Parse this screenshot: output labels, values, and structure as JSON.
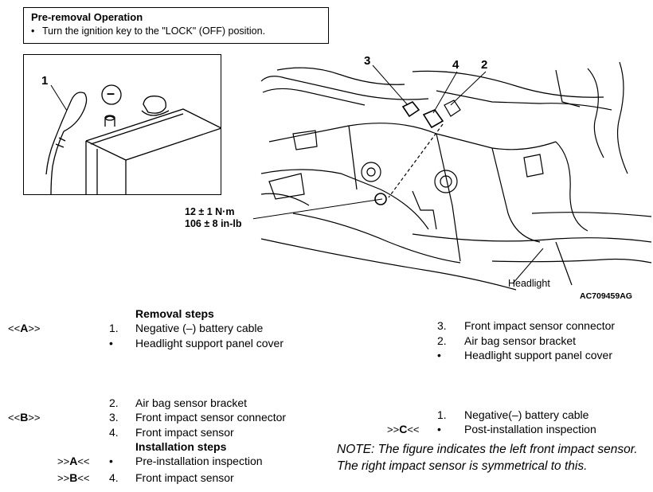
{
  "pre_removal": {
    "title": "Pre-removal Operation",
    "bullet": "•",
    "item": "Turn the ignition key to the \"LOCK\" (OFF) position."
  },
  "figure": {
    "battery_callout": "1",
    "minus_symbol": "–",
    "callouts": [
      "3",
      "4",
      "2"
    ],
    "torque_line1": "12 ± 1 N·m",
    "torque_line2": "106 ± 8 in-lb",
    "headlight_label": "Headlight",
    "figure_id": "AC709459AG"
  },
  "removal": {
    "header": "Removal steps",
    "left": [
      {
        "mark_open": "<<",
        "mark_letter": "A",
        "mark_close": ">>",
        "num": "1.",
        "text": "Negative (–) battery cable"
      },
      {
        "mark_open": "",
        "mark_letter": "",
        "mark_close": "",
        "num": "•",
        "text": "Headlight support panel cover"
      },
      {
        "mark_open": "",
        "mark_letter": "",
        "mark_close": "",
        "num": "2.",
        "text": "Air bag sensor bracket"
      },
      {
        "mark_open": "<<",
        "mark_letter": "B",
        "mark_close": ">>",
        "num": "3.",
        "text": "Front impact sensor connector"
      },
      {
        "mark_open": "",
        "mark_letter": "",
        "mark_close": "",
        "num": "4.",
        "text": "Front impact sensor"
      }
    ]
  },
  "installation": {
    "header": "Installation steps",
    "left": [
      {
        "mark_open": ">>",
        "mark_letter": "A",
        "mark_close": "<<",
        "num": "•",
        "text": "Pre-installation inspection"
      },
      {
        "mark_open": ">>",
        "mark_letter": "B",
        "mark_close": "<<",
        "num": "4.",
        "text": "Front impact sensor"
      }
    ],
    "right": [
      {
        "mark_open": "",
        "mark_letter": "",
        "mark_close": "",
        "num": "3.",
        "text": "Front impact sensor connector"
      },
      {
        "mark_open": "",
        "mark_letter": "",
        "mark_close": "",
        "num": "2.",
        "text": "Air bag sensor bracket"
      },
      {
        "mark_open": "",
        "mark_letter": "",
        "mark_close": "",
        "num": "•",
        "text": "Headlight support panel cover"
      },
      {
        "mark_open": "",
        "mark_letter": "",
        "mark_close": "",
        "num": "1.",
        "text": "Negative(–) battery cable"
      },
      {
        "mark_open": ">>",
        "mark_letter": "C",
        "mark_close": "<<",
        "num": "•",
        "text": "Post-installation inspection"
      }
    ]
  },
  "note": "NOTE: The figure indicates the left front impact sensor. The right impact sensor is symmetrical to this."
}
